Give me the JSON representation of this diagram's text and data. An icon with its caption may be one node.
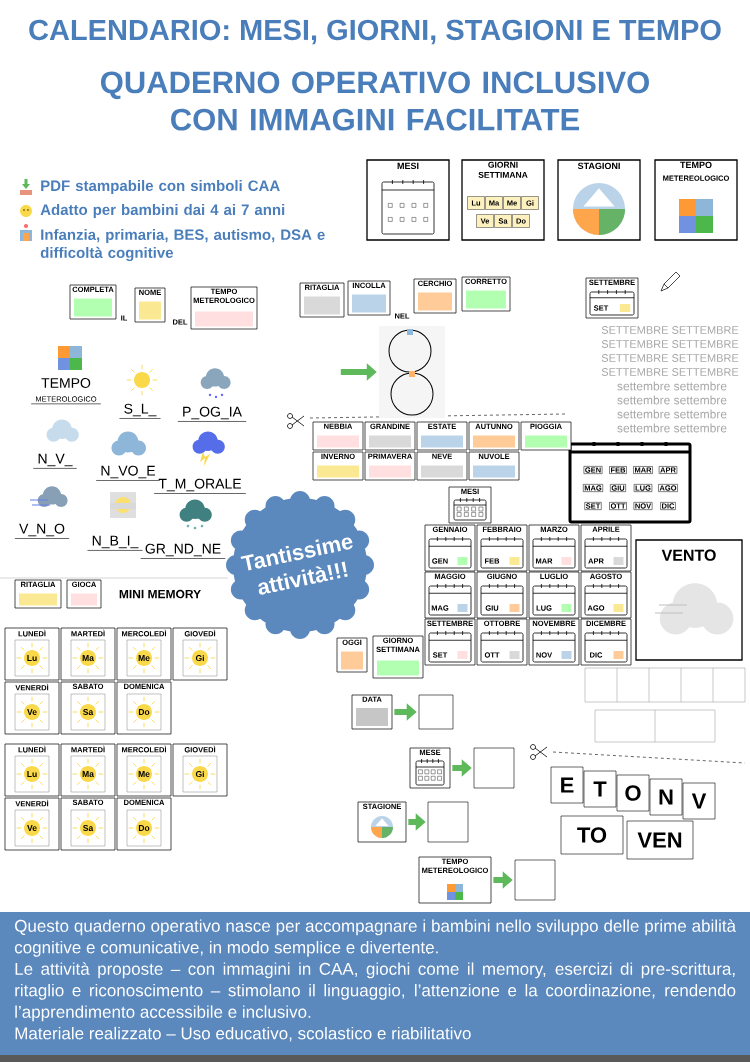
{
  "diagram": {
    "title": "CALENDARIO: MESI, GIORNI, STAGIONI E TEMPO",
    "nodes": [
      {
        "text": [
          "MESI"
        ]
      },
      {
        "text": [
          "GIORNI SETTIMANA",
          "Lu",
          "Ma",
          "Me",
          "Gi",
          "Ve",
          "Sa",
          "Do"
        ]
      },
      {
        "text": [
          "STAGIONI"
        ]
      },
      {
        "text": [
          "TEMPO",
          "METEREOLOGICO"
        ]
      },
      {
        "text": [],
        "shape": "box"
      },
      {
        "text": [
          "Tantissime attività!!!"
        ]
      },
      {
        "text": [
          "DATA"
        ]
      },
      {
        "text": [],
        "shape": "box"
      },
      {
        "text": [
          "MESE"
        ]
      },
      {
        "text": [],
        "shape": "box"
      },
      {
        "text": [
          "STAGIONE"
        ]
      },
      {
        "text": [],
        "shape": "box"
      },
      {
        "text": [
          "TEMPO METEREOLOGICO"
        ]
      },
      {
        "text": [],
        "shape": "box"
      },
      {
        "text": [
          "COMPLETA"
        ]
      },
      {
        "text": [
          "NOME"
        ]
      },
      {
        "text": [
          "TEMPO METEROLOGICO"
        ]
      },
      {
        "text": [
          "RITAGLIA"
        ]
      },
      {
        "text": [
          "INCOLLA"
        ]
      },
      {
        "text": [
          "CERCHIO"
        ]
      },
      {
        "text": [
          "CORRETTO"
        ]
      },
      {
        "text": [
          "SETTEMBRE",
          "SET"
        ]
      },
      {
        "text": [
          "NEBBIA"
        ]
      },
      {
        "text": [
          "GRANDINE"
        ]
      },
      {
        "text": [
          "ESTATE"
        ]
      },
      {
        "text": [
          "AUTUNNO"
        ]
      },
      {
        "text": [
          "PIOGGIA"
        ]
      },
      {
        "text": [
          "INVERNO"
        ]
      },
      {
        "text": [
          "PRIMAVERA"
        ]
      },
      {
        "text": [
          "NEVE"
        ]
      },
      {
        "text": [
          "NUVOLE"
        ]
      },
      {
        "text": [
          "MESI"
        ]
      },
      {
        "text": [
          "GENNAIO",
          "GEN"
        ]
      },
      {
        "text": [
          "FEBBRAIO",
          "FEB"
        ]
      },
      {
        "text": [
          "MARZO",
          "MAR"
        ]
      },
      {
        "text": [
          "APRILE",
          "APR"
        ]
      },
      {
        "text": [
          "MAGGIO",
          "MAG"
        ]
      },
      {
        "text": [
          "GIUGNO",
          "GIU"
        ]
      },
      {
        "text": [
          "LUGLIO",
          "LUG"
        ]
      },
      {
        "text": [
          "AGOSTO",
          "AGO"
        ]
      },
      {
        "text": [
          "SETTEMBRE",
          "SET"
        ]
      },
      {
        "text": [
          "OTTOBRE",
          "OTT"
        ]
      },
      {
        "text": [
          "NOVEMBRE",
          "NOV"
        ]
      },
      {
        "text": [
          "DICEMBRE",
          "DIC"
        ]
      },
      {
        "text": [
          "VENTO"
        ]
      },
      {
        "text": [
          "RITAGLIA"
        ]
      },
      {
        "text": [
          "GIOCA"
        ]
      },
      {
        "text": [
          "LUNEDÌ",
          "Lu"
        ]
      },
      {
        "text": [
          "MARTEDÌ",
          "Ma"
        ]
      },
      {
        "text": [
          "MERCOLEDÌ",
          "Me"
        ]
      },
      {
        "text": [
          "GIOVEDÌ",
          "Gi"
        ]
      },
      {
        "text": [
          "VENERDÌ",
          "Ve"
        ]
      },
      {
        "text": [
          "SABATO",
          "Sa"
        ]
      },
      {
        "text": [
          "DOMENICA",
          "Do"
        ]
      },
      {
        "text": [
          "LUNEDÌ",
          "Lu"
        ]
      },
      {
        "text": [
          "MARTEDÌ",
          "Ma"
        ]
      },
      {
        "text": [
          "MERCOLEDÌ",
          "Me"
        ]
      },
      {
        "text": [
          "GIOVEDÌ",
          "Gi"
        ]
      },
      {
        "text": [
          "VENERDÌ",
          "Ve"
        ]
      },
      {
        "text": [
          "SABATO",
          "Sa"
        ]
      },
      {
        "text": [
          "DOMENICA",
          "Do"
        ]
      },
      {
        "text": [
          "OGGI"
        ]
      },
      {
        "text": [
          "GIORNO SETTIMANA"
        ]
      },
      {
        "text": [
          "E"
        ]
      },
      {
        "text": [
          "T"
        ]
      },
      {
        "text": [
          "O"
        ]
      },
      {
        "text": [
          "N"
        ]
      },
      {
        "text": [
          "V"
        ]
      },
      {
        "text": [
          "TO"
        ]
      },
      {
        "text": [
          "VEN"
        ]
      }
    ],
    "edges": [
      {
        "from": null,
        "to": 4,
        "arrow": "to"
      },
      {
        "from": 6,
        "to": 7,
        "arrow": "to"
      },
      {
        "from": 8,
        "to": 9,
        "arrow": "to"
      },
      {
        "from": 10,
        "to": 11,
        "arrow": "to"
      },
      {
        "from": 12,
        "to": 13,
        "arrow": "to"
      }
    ],
    "labels": [
      "QUADERNO OPERATIVO INCLUSIVO CON IMMAGINI FACILITATE",
      "PDF stampabile con simboli CAA",
      "Adatto per bambini dai 4 ai 7 anni",
      "Infanzia, primaria, BES, autismo, DSA e difficoltà cognitive",
      "IL",
      "DEL",
      "NEL",
      "TEMPO",
      "METEROLOGICO",
      "S_L_",
      "P_OG_IA",
      "N_V_",
      "N_VO_E",
      "T_M_ORALE",
      "V_N_O",
      "N_B_I_",
      "GR_ND_NE",
      "SETTEMBRE SETTEMBRE",
      "SETTEMBRE SETTEMBRE",
      "SETTEMBRE SETTEMBRE",
      "SETTEMBRE SETTEMBRE",
      "settembre settembre",
      "settembre settembre",
      "settembre settembre",
      "settembre settembre",
      "GEN",
      "FEB",
      "MAR",
      "APR",
      "MAG",
      "GIU",
      "LUG",
      "AGO",
      "SET",
      "OTT",
      "NOV",
      "DIC",
      "MINI MEMORY",
      "Questo quaderno operativo nasce per accompagnare i bambini nello sviluppo delle prime abilità cognitive e comunicative, in modo semplice e divertente.",
      "Le attività proposte – con immagini in CAA, giochi come il memory, esercizi di pre-scrittura, ritaglio e riconoscimento – stimolano il linguaggio, l’attenzione e la coordinazione, rendendo l’apprendimento accessibile e inclusivo.",
      "Materiale realizzato – Uso educativo, scolastico e riabilitativo"
    ]
  }
}
